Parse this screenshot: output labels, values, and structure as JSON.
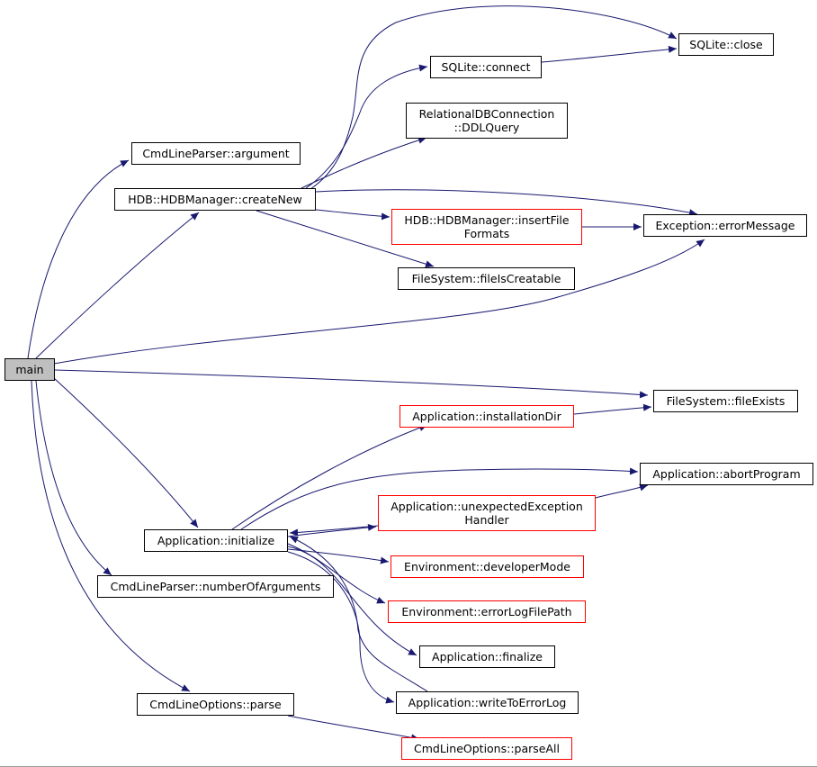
{
  "diagram": {
    "edge_color": "#191970",
    "nodes": [
      {
        "id": "main",
        "label": "main",
        "style": "root"
      },
      {
        "id": "argument",
        "label": "CmdLineParser::argument",
        "style": "black"
      },
      {
        "id": "createNew",
        "label": "HDB::HDBManager::createNew",
        "style": "black"
      },
      {
        "id": "initialize",
        "label": "Application::initialize",
        "style": "black"
      },
      {
        "id": "numberOfArguments",
        "label": "CmdLineParser::numberOfArguments",
        "style": "black"
      },
      {
        "id": "parse",
        "label": "CmdLineOptions::parse",
        "style": "black"
      },
      {
        "id": "connect",
        "label": "SQLite::connect",
        "style": "black"
      },
      {
        "id": "ddlquery",
        "label": "RelationalDBConnection\n::DDLQuery",
        "style": "black"
      },
      {
        "id": "insertFile",
        "label": "HDB::HDBManager::insertFile\nFormats",
        "style": "red"
      },
      {
        "id": "fileIsCreatable",
        "label": "FileSystem::fileIsCreatable",
        "style": "black"
      },
      {
        "id": "installationDir",
        "label": "Application::installationDir",
        "style": "red"
      },
      {
        "id": "unexpected",
        "label": "Application::unexpectedException\nHandler",
        "style": "red"
      },
      {
        "id": "developerMode",
        "label": "Environment::developerMode",
        "style": "red"
      },
      {
        "id": "errorLogFilePath",
        "label": "Environment::errorLogFilePath",
        "style": "red"
      },
      {
        "id": "finalize",
        "label": "Application::finalize",
        "style": "black"
      },
      {
        "id": "writeToErrorLog",
        "label": "Application::writeToErrorLog",
        "style": "black"
      },
      {
        "id": "parseAll",
        "label": "CmdLineOptions::parseAll",
        "style": "red"
      },
      {
        "id": "close",
        "label": "SQLite::close",
        "style": "black"
      },
      {
        "id": "errorMessage",
        "label": "Exception::errorMessage",
        "style": "black"
      },
      {
        "id": "fileExists",
        "label": "FileSystem::fileExists",
        "style": "black"
      },
      {
        "id": "abortProgram",
        "label": "Application::abortProgram",
        "style": "black"
      }
    ],
    "edges": [
      {
        "from": "main",
        "to": "argument"
      },
      {
        "from": "main",
        "to": "createNew"
      },
      {
        "from": "main",
        "to": "errorMessage"
      },
      {
        "from": "main",
        "to": "fileExists"
      },
      {
        "from": "main",
        "to": "initialize"
      },
      {
        "from": "main",
        "to": "numberOfArguments"
      },
      {
        "from": "main",
        "to": "parse"
      },
      {
        "from": "createNew",
        "to": "close"
      },
      {
        "from": "createNew",
        "to": "connect"
      },
      {
        "from": "createNew",
        "to": "ddlquery"
      },
      {
        "from": "createNew",
        "to": "errorMessage"
      },
      {
        "from": "createNew",
        "to": "insertFile"
      },
      {
        "from": "createNew",
        "to": "fileIsCreatable"
      },
      {
        "from": "connect",
        "to": "close"
      },
      {
        "from": "insertFile",
        "to": "errorMessage"
      },
      {
        "from": "initialize",
        "to": "installationDir"
      },
      {
        "from": "initialize",
        "to": "abortProgram"
      },
      {
        "from": "initialize",
        "to": "unexpected"
      },
      {
        "from": "unexpected",
        "to": "initialize"
      },
      {
        "from": "unexpected",
        "to": "abortProgram"
      },
      {
        "from": "installationDir",
        "to": "fileExists"
      },
      {
        "from": "initialize",
        "to": "developerMode"
      },
      {
        "from": "initialize",
        "to": "errorLogFilePath"
      },
      {
        "from": "initialize",
        "to": "finalize"
      },
      {
        "from": "initialize",
        "to": "writeToErrorLog"
      },
      {
        "from": "writeToErrorLog",
        "to": "initialize"
      },
      {
        "from": "parse",
        "to": "parseAll"
      }
    ]
  }
}
